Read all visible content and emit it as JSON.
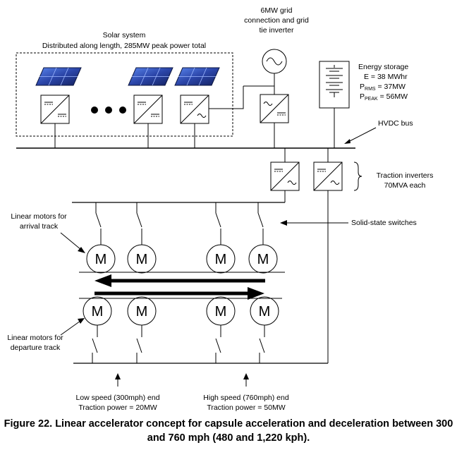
{
  "solar": {
    "title": "Solar system",
    "subtitle": "Distributed along length, 285MW peak power total"
  },
  "grid": {
    "line1": "6MW grid",
    "line2": "connection and grid",
    "line3": "tie inverter"
  },
  "storage": {
    "title": "Energy storage",
    "energy": "E = 38 MWhr",
    "prms_main": "P",
    "prms_sub": "RMS",
    "prms_val": " = 37MW",
    "ppeak_main": "P",
    "ppeak_sub": "PEAK",
    "ppeak_val": " = 56MW"
  },
  "hvdc": "HVDC bus",
  "traction": {
    "line1": "Traction inverters",
    "line2": "70MVA each"
  },
  "switches": "Solid-state switches",
  "arrival": {
    "line1": "Linear motors for",
    "line2": "arrival track"
  },
  "departure": {
    "line1": "Linear motors for",
    "line2": "departure track"
  },
  "motor_letter": "M",
  "low_end": {
    "line1": "Low speed (300mph) end",
    "line2": "Traction power = 20MW"
  },
  "high_end": {
    "line1": "High speed (760mph) end",
    "line2": "Traction power = 50MW"
  },
  "caption": {
    "line1": "Figure 22. Linear accelerator concept for capsule acceleration and deceleration between 300",
    "line2": "and 760 mph (480 and 1,220 kph)."
  },
  "colors": {
    "panel_dark": "#1c2a78",
    "panel_light": "#4a6fd8",
    "line": "#000000"
  }
}
